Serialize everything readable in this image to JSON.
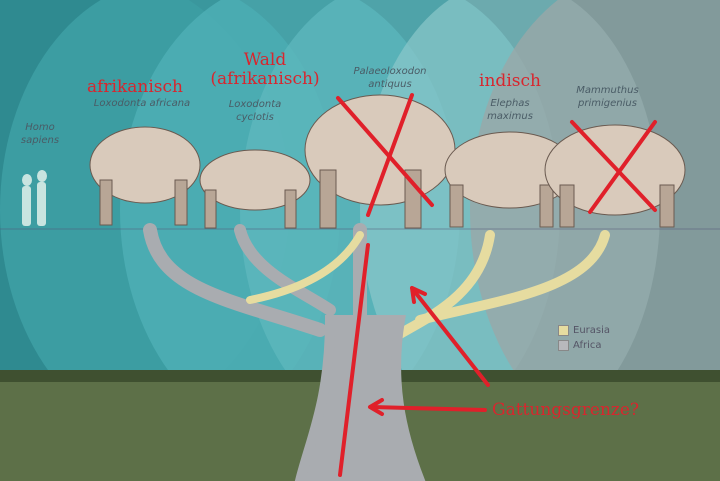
{
  "species": [
    {
      "common_de": "",
      "latin": "Homo sapiens",
      "latin_lines": [
        "Homo",
        "sapiens"
      ]
    },
    {
      "common_de": "afrikanisch",
      "latin": "Loxodonta africana",
      "latin_lines": [
        "Loxodonta africana"
      ]
    },
    {
      "common_de_lines": [
        "Wald",
        "(afrikanisch)"
      ],
      "latin_lines": [
        "Loxodonta",
        "cyclotis"
      ]
    },
    {
      "latin_lines": [
        "Palaeoloxodon",
        "antiquus"
      ],
      "crossed_out": true
    },
    {
      "common_de": "indisch",
      "latin_lines": [
        "Elephas",
        "maximus"
      ]
    },
    {
      "latin_lines": [
        "Mammuthus",
        "primigenius"
      ],
      "crossed_out": true
    }
  ],
  "legend": [
    {
      "label": "Eurasia",
      "color": "#e6dca0"
    },
    {
      "label": "Africa",
      "color": "#b8b8bc"
    }
  ],
  "annotation": "Gattungsgrenze?",
  "colors": {
    "annotation": "#e0202a",
    "elephant": "#d9cabb",
    "tree": "#a9acb0"
  }
}
